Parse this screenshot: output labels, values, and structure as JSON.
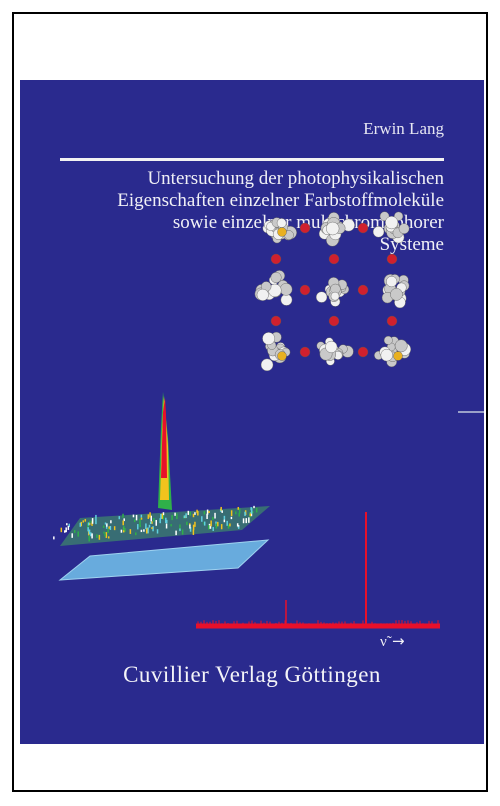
{
  "cover": {
    "author": "Erwin Lang",
    "title_lines": [
      "Untersuchung der photophysikalischen",
      "Eigenschaften einzelner Farbstoffmoleküle",
      "sowie einzelner multichromophorer",
      "Systeme"
    ],
    "publisher": "Cuvillier Verlag Göttingen",
    "axis_symbol": "ν̃",
    "axis_arrow": "→"
  },
  "colors": {
    "cover_background": "#2a2a8e",
    "spectrum_red": "#e8102a",
    "text": "#f0f0f6"
  }
}
